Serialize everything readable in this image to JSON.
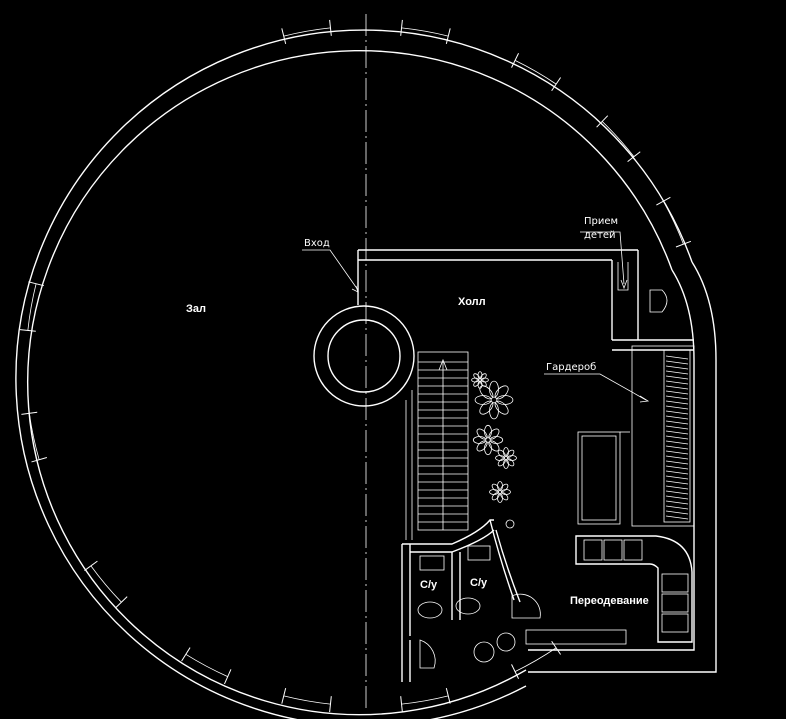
{
  "plan": {
    "rooms": {
      "hall_main": "Зал",
      "lobby": "Холл",
      "wc_1": "С/у",
      "wc_2": "С/у",
      "changing": "Переодевание"
    },
    "callouts": {
      "entrance": "Вход",
      "reception_line1": "Прием",
      "reception_line2": "детей",
      "wardrobe": "Гардероб"
    }
  },
  "colors": {
    "background": "#000000",
    "lines": "#ffffff"
  }
}
